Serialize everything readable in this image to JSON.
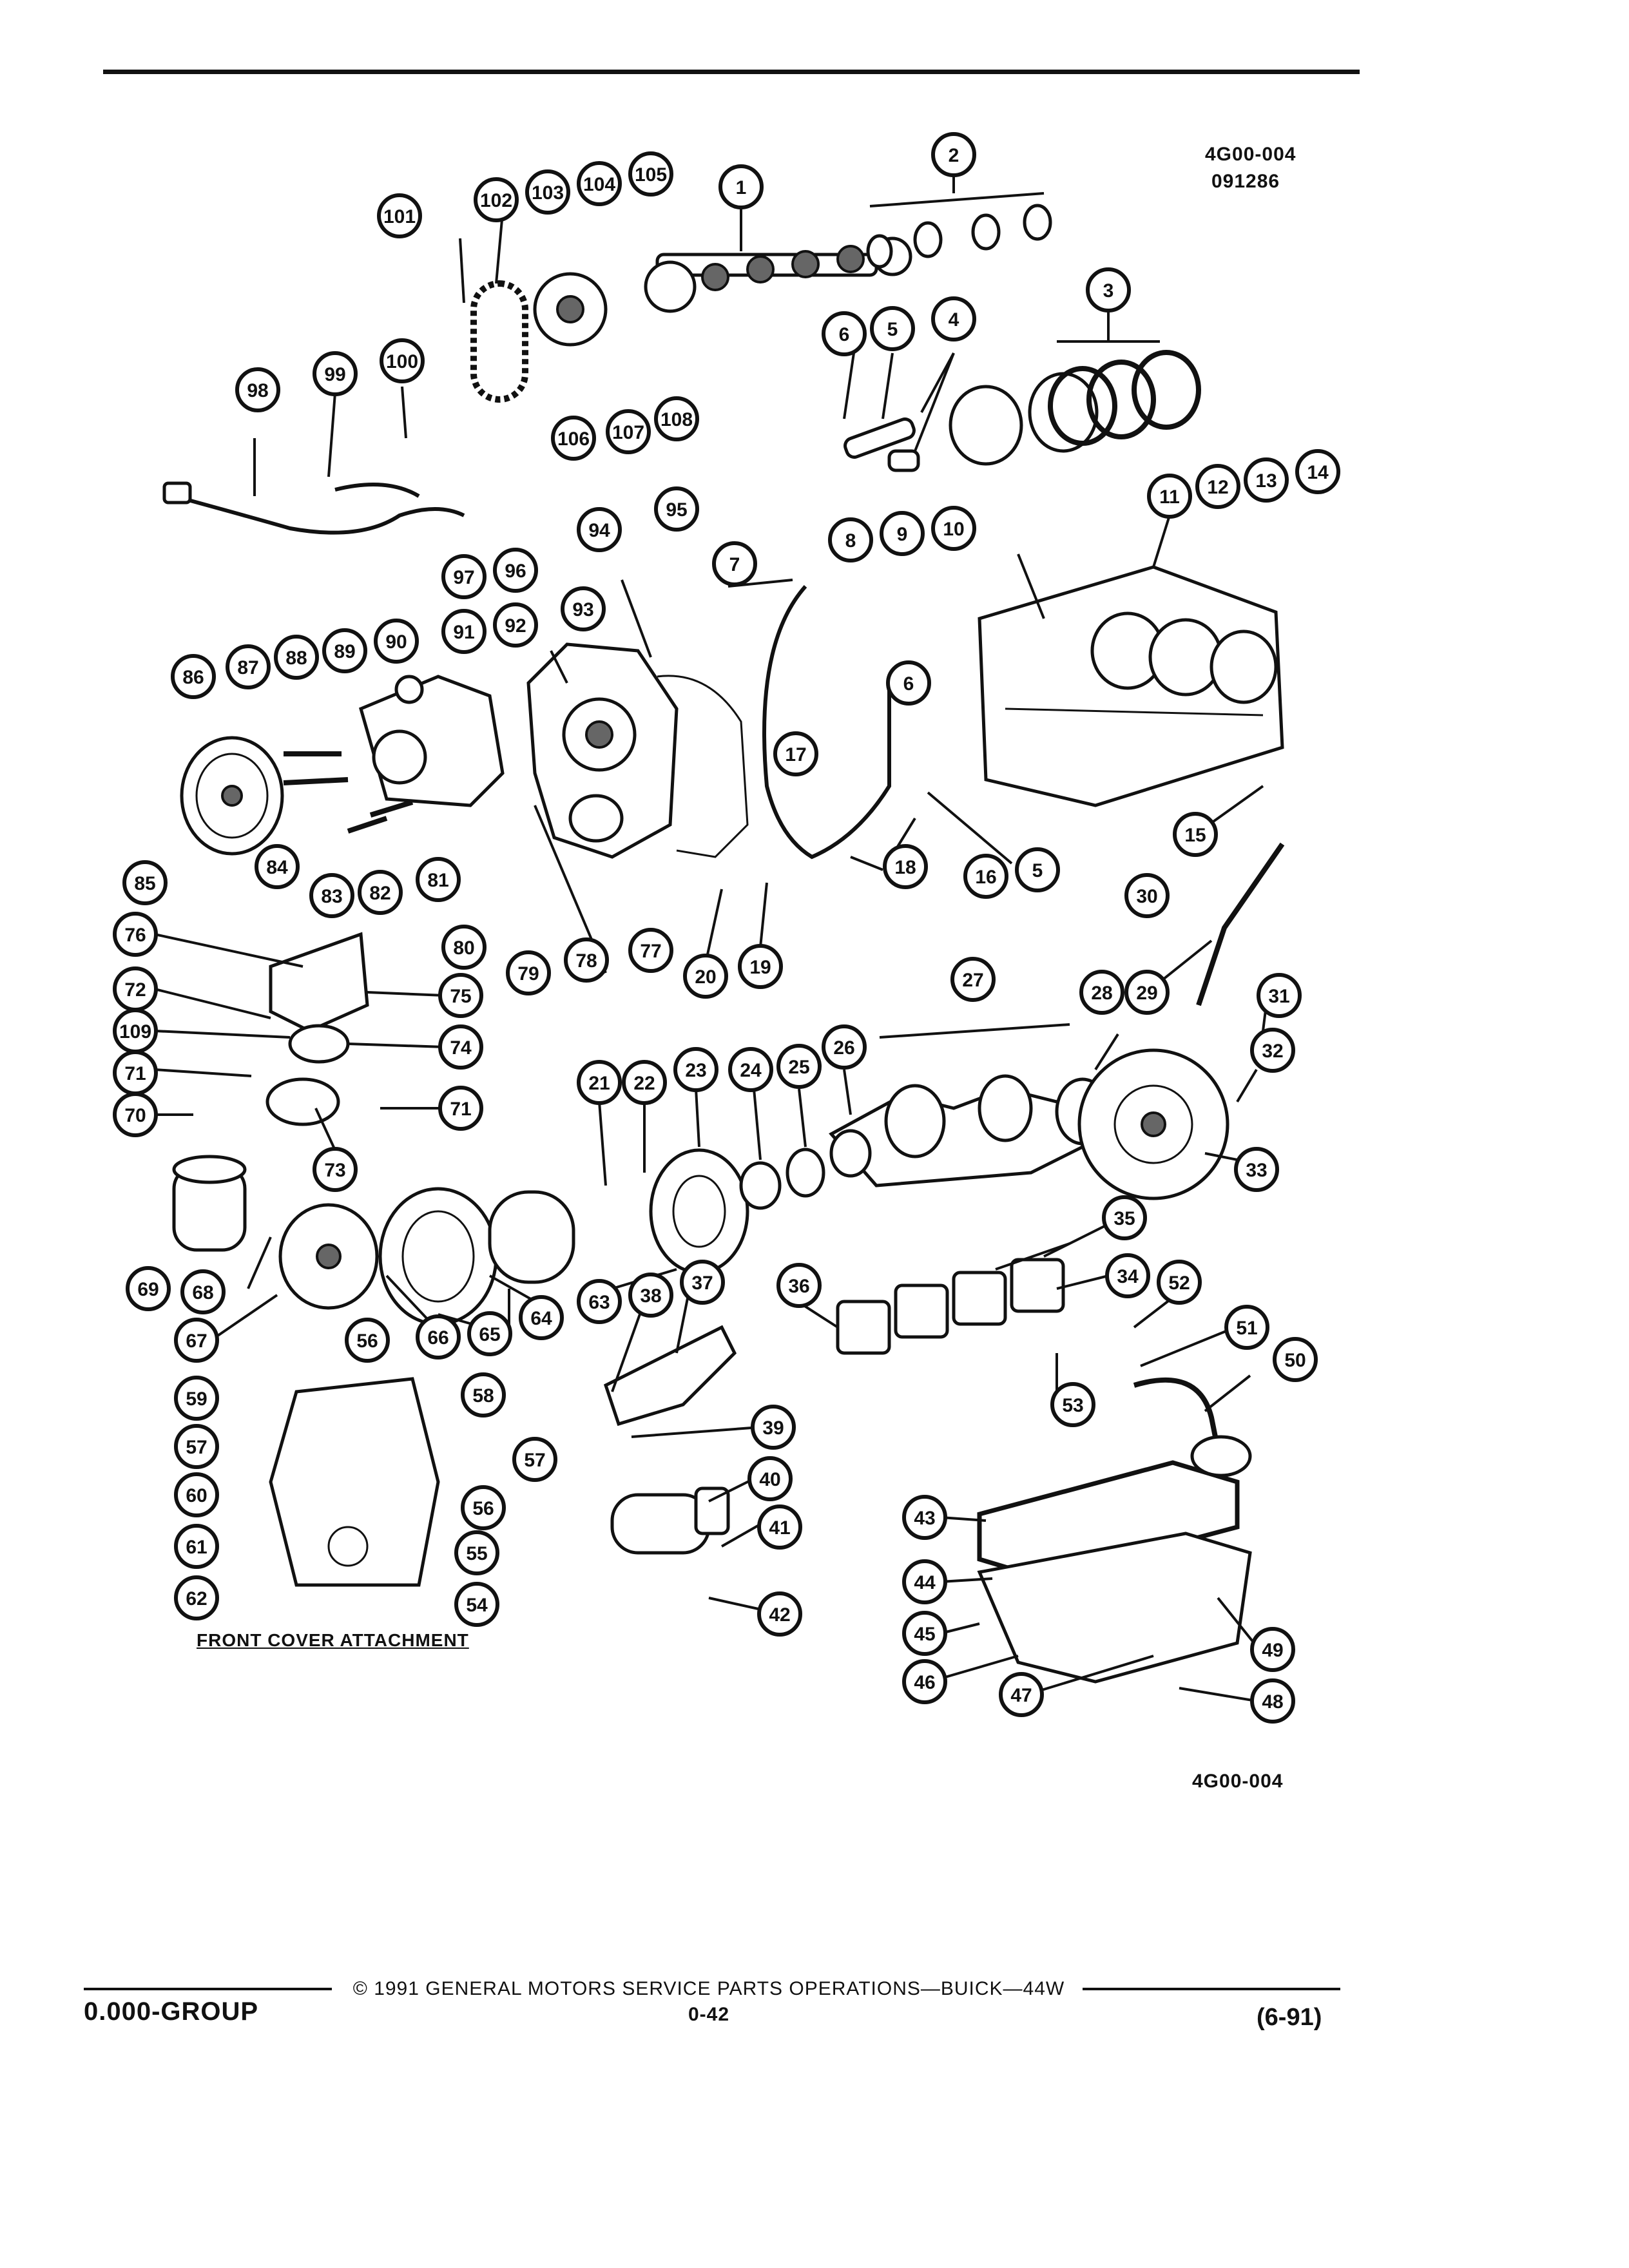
{
  "figure": {
    "code_top": "4G00-004",
    "date_code": "091286",
    "code_bottom": "4G00-004",
    "caption_front_cover": "FRONT COVER ATTACHMENT"
  },
  "footer": {
    "group": "0.000-GROUP",
    "copyright": "© 1991 GENERAL MOTORS SERVICE PARTS OPERATIONS—BUICK—44W",
    "page": "0-42",
    "revision": "(6-91)"
  },
  "callouts": [
    "1",
    "2",
    "3",
    "4",
    "5",
    "6",
    "7",
    "8",
    "9",
    "10",
    "11",
    "12",
    "13",
    "14",
    "15",
    "16",
    "17",
    "18",
    "19",
    "20",
    "21",
    "22",
    "23",
    "24",
    "25",
    "26",
    "27",
    "28",
    "29",
    "30",
    "31",
    "32",
    "33",
    "34",
    "35",
    "36",
    "37",
    "38",
    "39",
    "40",
    "41",
    "42",
    "43",
    "44",
    "45",
    "46",
    "47",
    "48",
    "49",
    "50",
    "51",
    "52",
    "53",
    "54",
    "55",
    "56",
    "57",
    "58",
    "59",
    "60",
    "61",
    "62",
    "63",
    "64",
    "65",
    "66",
    "67",
    "68",
    "69",
    "70",
    "71",
    "72",
    "73",
    "74",
    "75",
    "76",
    "77",
    "78",
    "79",
    "80",
    "81",
    "82",
    "83",
    "84",
    "85",
    "86",
    "87",
    "88",
    "89",
    "90",
    "91",
    "92",
    "93",
    "94",
    "95",
    "96",
    "97",
    "98",
    "99",
    "100",
    "101",
    "102",
    "103",
    "104",
    "105",
    "106",
    "107",
    "108",
    "109"
  ]
}
